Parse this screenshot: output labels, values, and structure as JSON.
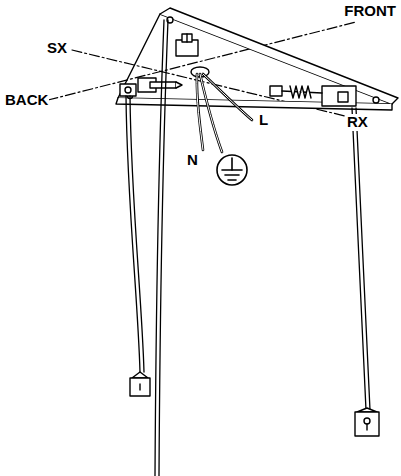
{
  "diagram": {
    "labels": [
      "FRONT",
      "SX",
      "BACK",
      "RX",
      "N",
      "L"
    ]
  }
}
